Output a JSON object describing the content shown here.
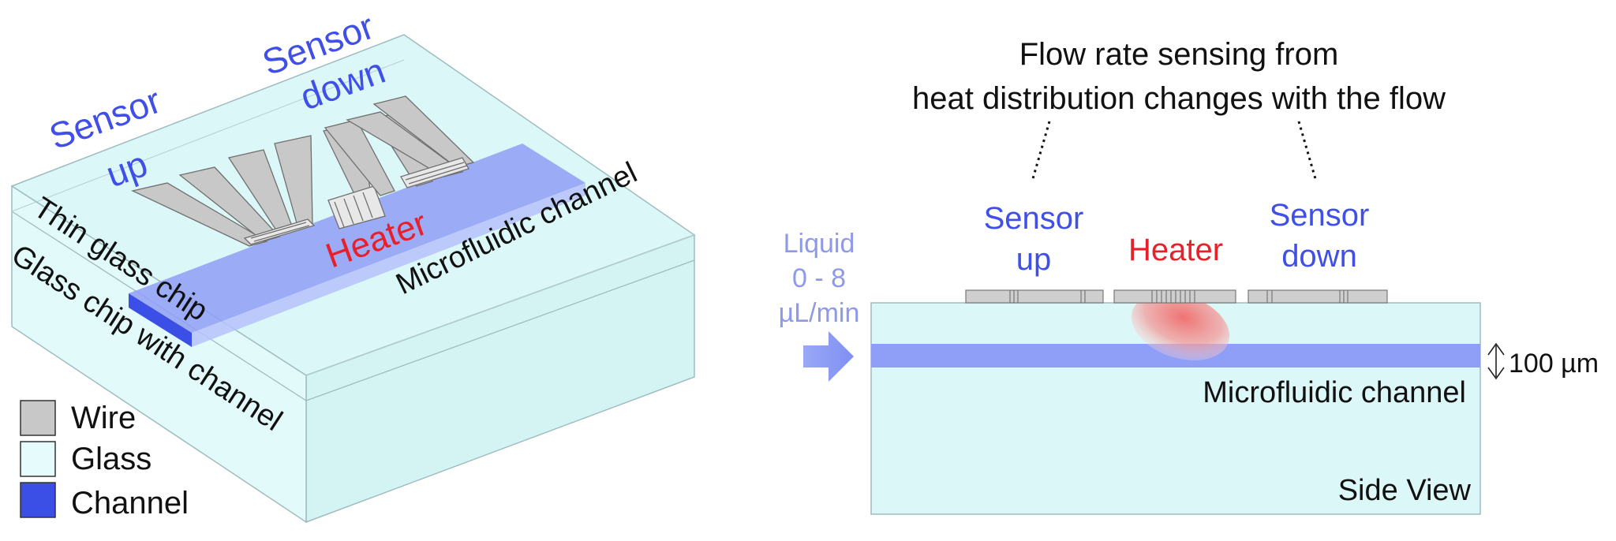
{
  "colors": {
    "glass": "#dcf7f7",
    "glass_edge": "#9fbcc0",
    "channel_light": "#8f9ef6",
    "channel_dark": "#3b4fe6",
    "wire": "#c8c8c8",
    "wire_edge": "#6f6f6f",
    "sensor_text": "#3f4fe8",
    "heater_text": "#e8202a",
    "liquid_text": "#8e9ae8",
    "heat_blob": "#f07070"
  },
  "left_view": {
    "sensor_up": {
      "line1": "Sensor",
      "line2": "up"
    },
    "sensor_down": {
      "line1": "Sensor",
      "line2": "down"
    },
    "heater": "Heater",
    "thin_glass_chip": "Thin glass chip",
    "glass_chip_with_channel": "Glass chip with channel",
    "microfluidic_channel": "Microfluidic channel"
  },
  "legend": {
    "items": [
      {
        "label": "Wire",
        "color": "#c8c8c8"
      },
      {
        "label": "Glass",
        "color": "#e6fbfb"
      },
      {
        "label": "Channel",
        "color": "#3b4fe6"
      }
    ]
  },
  "right_view": {
    "title_line1": "Flow rate sensing from",
    "title_line2": "heat distribution changes with the flow",
    "sensor_up": {
      "line1": "Sensor",
      "line2": "up"
    },
    "heater": "Heater",
    "sensor_down": {
      "line1": "Sensor",
      "line2": "down"
    },
    "liquid": {
      "line1": "Liquid",
      "line2": "0 - 8",
      "line3": "µL/min"
    },
    "thickness": "100 µm",
    "microfluidic_channel": "Microfluidic channel",
    "side_view": "Side View"
  }
}
